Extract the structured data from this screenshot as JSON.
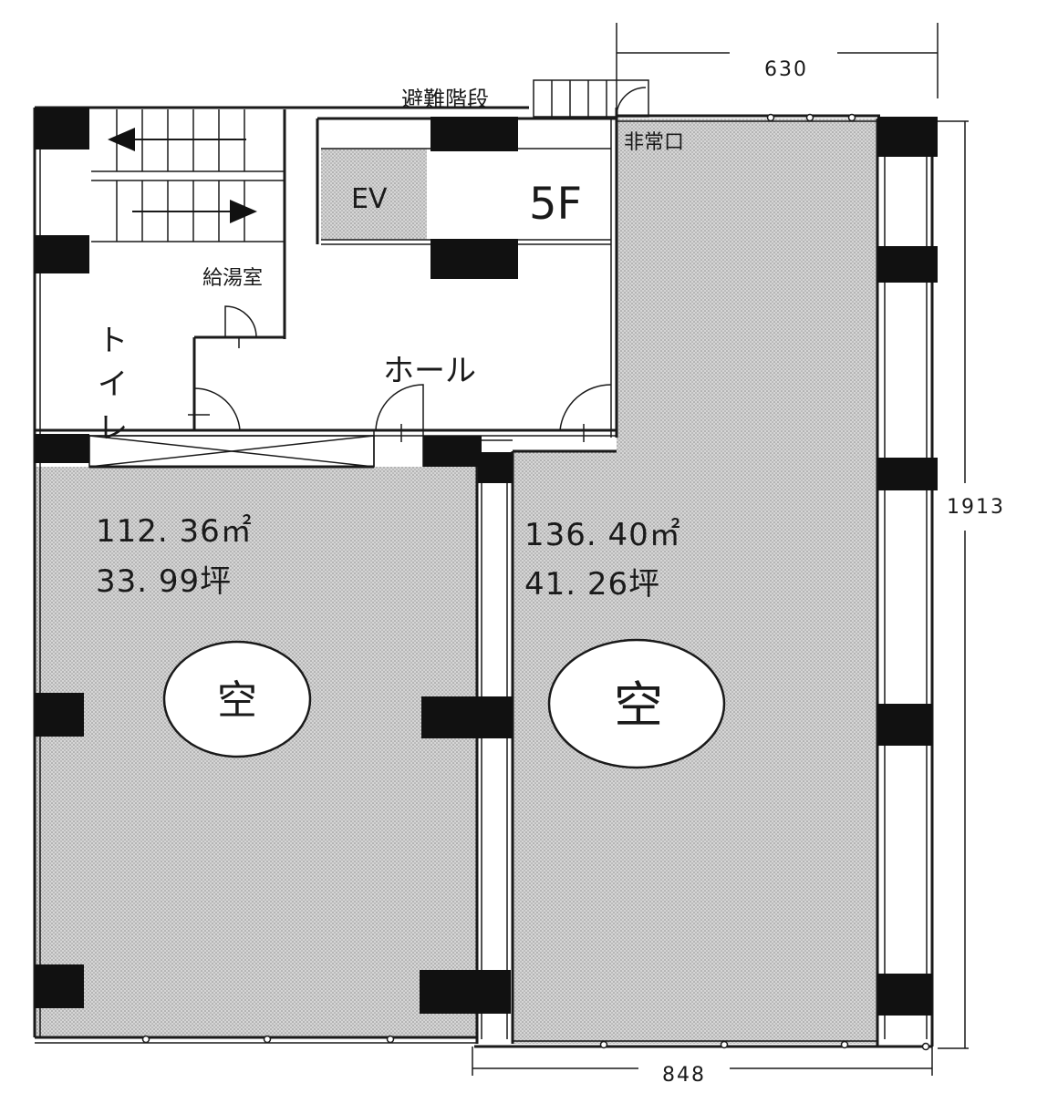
{
  "labels": {
    "stairs": "避難階段",
    "emergency_exit": "非常口",
    "elevator": "EV",
    "floor": "5F",
    "kitchenette": "給湯室",
    "toilet": "トイレ",
    "hall": "ホール"
  },
  "rooms": {
    "left": {
      "area_m2": "112. 36㎡",
      "area_tsubo": "33. 99坪",
      "status": "空"
    },
    "right": {
      "area_m2": "136. 40㎡",
      "area_tsubo": "41. 26坪",
      "status": "空"
    }
  },
  "dimensions": {
    "top": "630",
    "right": "1913",
    "bottom": "848"
  },
  "colors": {
    "ink": "#1a1a1a",
    "fill": "#c9c9c9",
    "column": "#111111"
  }
}
